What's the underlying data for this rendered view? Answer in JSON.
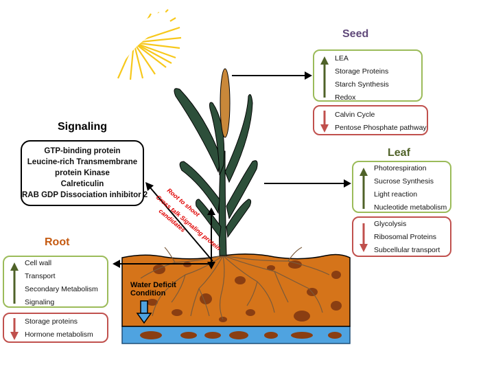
{
  "sections": {
    "seed": {
      "title": "Seed",
      "up_items": [
        "LEA",
        "Storage Proteins",
        "Starch Synthesis",
        "Redox"
      ],
      "down_items": [
        "Calvin Cycle",
        "Pentose Phosphate pathway"
      ]
    },
    "leaf": {
      "title": "Leaf",
      "up_items": [
        "Photorespiration",
        "Sucrose Synthesis",
        "Light reaction",
        "Nucleotide metabolism"
      ],
      "down_items": [
        "Glycolysis",
        "Ribosomal Proteins",
        "Subcellular transport"
      ]
    },
    "root": {
      "title": "Root",
      "up_items": [
        "Cell wall",
        "Transport",
        "Secondary Metabolism",
        "Signaling"
      ],
      "down_items": [
        "Storage proteins",
        "Hormone metabolism"
      ]
    },
    "signaling": {
      "title": "Signaling",
      "items": [
        "GTP-binding protein",
        "Leucine-rich Transmembrane",
        "protein Kinase",
        "Calreticulin",
        "RAB GDP Dissociation inhibitor 2"
      ]
    }
  },
  "labels": {
    "water_deficit": "Water Deficit Condition",
    "root_to_shoot": "Root to shoot",
    "cross_talk": "Cross talk Signaling protein",
    "candidates": "candidates"
  },
  "colors": {
    "title_purple": "#60497a",
    "title_green": "#4f6228",
    "title_orange": "#c55a11",
    "up_border": "#9bbb59",
    "down_border": "#c0504d",
    "up_arrow": "#4f6228",
    "down_arrow": "#c0504d",
    "soil": "#d5741a",
    "water": "#4fa3e0",
    "sun": "#f7c81b",
    "plant": "#2d4f3a"
  }
}
